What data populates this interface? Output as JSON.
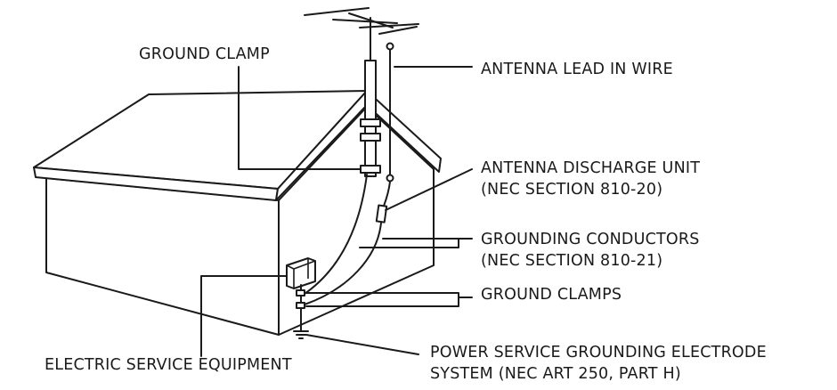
{
  "labels": {
    "ground_clamp": "GROUND CLAMP",
    "antenna_lead_in_wire": "ANTENNA LEAD IN WIRE",
    "antenna_discharge_unit_line1": "ANTENNA DISCHARGE UNIT",
    "antenna_discharge_unit_line2": "(NEC SECTION 810-20)",
    "grounding_conductors_line1": "GROUNDING CONDUCTORS",
    "grounding_conductors_line2": "(NEC SECTION 810-21)",
    "ground_clamps": "GROUND CLAMPS",
    "power_service_line1": "POWER SERVICE GROUNDING ELECTRODE",
    "power_service_line2": "SYSTEM (NEC ART 250, PART H)",
    "electric_service_equipment": "ELECTRIC SERVICE EQUIPMENT"
  }
}
